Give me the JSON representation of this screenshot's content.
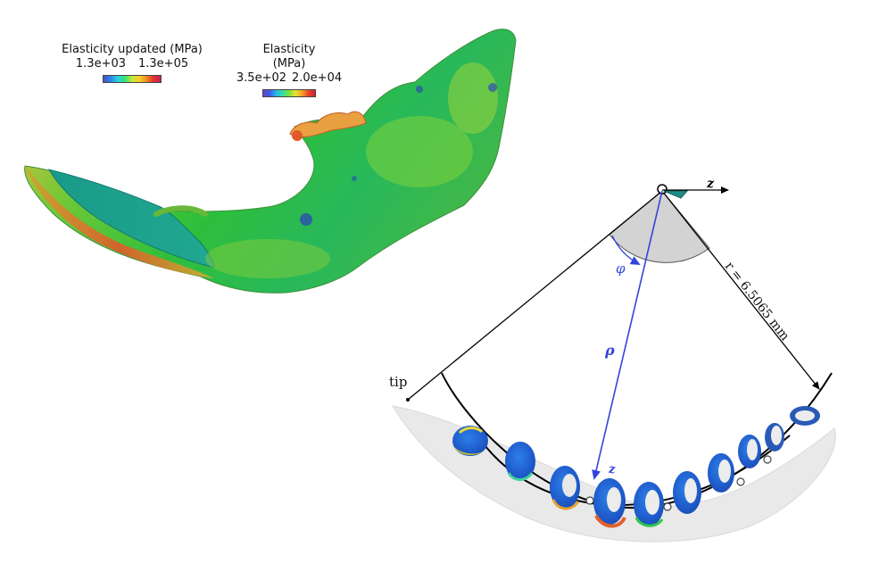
{
  "legends": {
    "updated": {
      "title": "Elasticity updated (MPa)",
      "min": "1.3e+03",
      "max": "1.3e+05"
    },
    "elasticity": {
      "title": "Elasticity (MPa)",
      "min": "3.5e+02",
      "max": "2.0e+04"
    }
  },
  "diagram": {
    "tip_label": "tip",
    "radius_label": "r = 6.5065 mm",
    "axis_z_label": "z",
    "phi_label": "φ",
    "rho_label": "ρ",
    "z_local_label": "z"
  },
  "colors": {
    "bone_green": "#2fbf3a",
    "bone_teal": "#1d9e8e",
    "section_blue": "#1f5fd0",
    "vector_blue": "#3344dd",
    "sector_gray": "#d3d3d3"
  }
}
